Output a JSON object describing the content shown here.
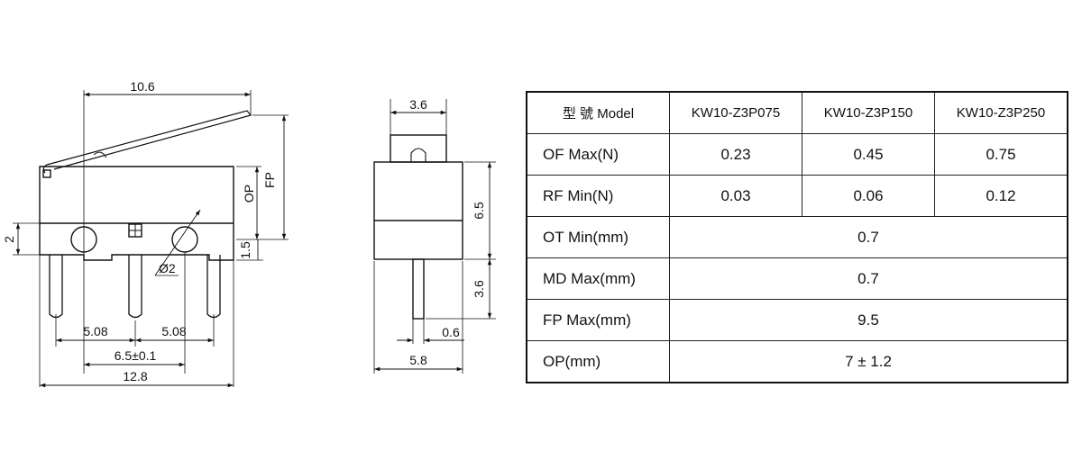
{
  "side_view": {
    "dims": {
      "length": "10.6",
      "op": "OP",
      "fp": "FP",
      "height_2": "2",
      "height_1_5": "1.5",
      "hole_dia": "Ø2",
      "pitch_left": "5.08",
      "pitch_right": "5.08",
      "mount_pitch": "6.5±0.1",
      "total_length": "12.8"
    }
  },
  "end_view": {
    "dims": {
      "width_top": "3.6",
      "body_height": "6.5",
      "pin_length": "3.6",
      "pin_width": "0.6",
      "width_bottom": "5.8"
    }
  },
  "spec_table": {
    "header": {
      "label": "型 號 Model",
      "models": [
        "KW10-Z3P075",
        "KW10-Z3P150",
        "KW10-Z3P250"
      ]
    },
    "rows": [
      {
        "label": "OF Max(N)",
        "values": [
          "0.23",
          "0.45",
          "0.75"
        ]
      },
      {
        "label": "RF Min(N)",
        "values": [
          "0.03",
          "0.06",
          "0.12"
        ]
      },
      {
        "label": "OT Min(mm)",
        "value": "0.7"
      },
      {
        "label": "MD Max(mm)",
        "value": "0.7"
      },
      {
        "label": "FP Max(mm)",
        "value": "9.5"
      },
      {
        "label": "OP(mm)",
        "value": "7 ± 1.2"
      }
    ]
  }
}
